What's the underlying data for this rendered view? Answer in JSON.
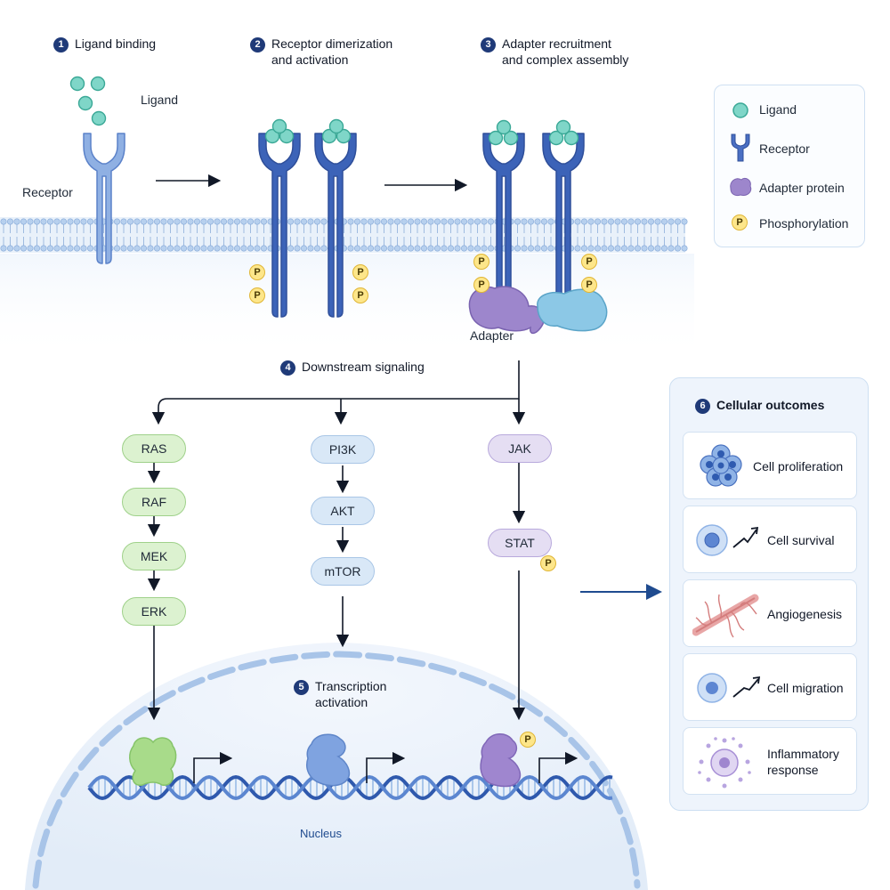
{
  "steps": [
    {
      "num": "1",
      "text": "Ligand binding"
    },
    {
      "num": "2",
      "text": "Receptor dimerization\nand activation"
    },
    {
      "num": "3",
      "text": "Adapter recruitment\nand complex assembly"
    },
    {
      "num": "4",
      "text": "Downstream signaling"
    },
    {
      "num": "5",
      "text": "Transcription\nactivation"
    }
  ],
  "labels": {
    "ligand": "Ligand",
    "receptor": "Receptor",
    "adapter": "Adapter",
    "nucleus": "Nucleus",
    "p": "P"
  },
  "legend": {
    "items": [
      {
        "label": "Ligand",
        "icon": "ligand-icon"
      },
      {
        "label": "Receptor",
        "icon": "receptor-icon"
      },
      {
        "label": "Adapter protein",
        "icon": "adapter-protein-icon"
      },
      {
        "label": "Phosphorylation",
        "icon": "phosphorylation-icon"
      }
    ]
  },
  "pathways": {
    "mapk": [
      "RAS",
      "RAF",
      "MEK",
      "ERK"
    ],
    "pi3k": [
      "PI3K",
      "AKT",
      "mTOR"
    ],
    "jak": [
      "JAK",
      "STAT"
    ]
  },
  "outcomes": {
    "num": "6",
    "title": "Cellular outcomes",
    "items": [
      {
        "label": "Cell proliferation",
        "icon": "cell-cluster-icon"
      },
      {
        "label": "Cell survival",
        "icon": "cell-survival-icon"
      },
      {
        "label": "Angiogenesis",
        "icon": "blood-vessel-icon"
      },
      {
        "label": "Cell migration",
        "icon": "cell-migration-icon"
      },
      {
        "label": "Inflammatory\nresponse",
        "icon": "inflammatory-cell-icon"
      }
    ]
  },
  "colors": {
    "receptor_dark": "#3c63b8",
    "receptor_light": "#8fb0e3",
    "ligand": "#7fd6c8",
    "adapter_purple": "#9d86cc",
    "adapter_blue": "#8cc8e6",
    "phospho": "#fde68a",
    "green_tf": "#a8db8a",
    "blue_tf": "#7fa3e0",
    "purple_tf": "#9f86cf",
    "arrow_blue": "#1f4b8f"
  }
}
